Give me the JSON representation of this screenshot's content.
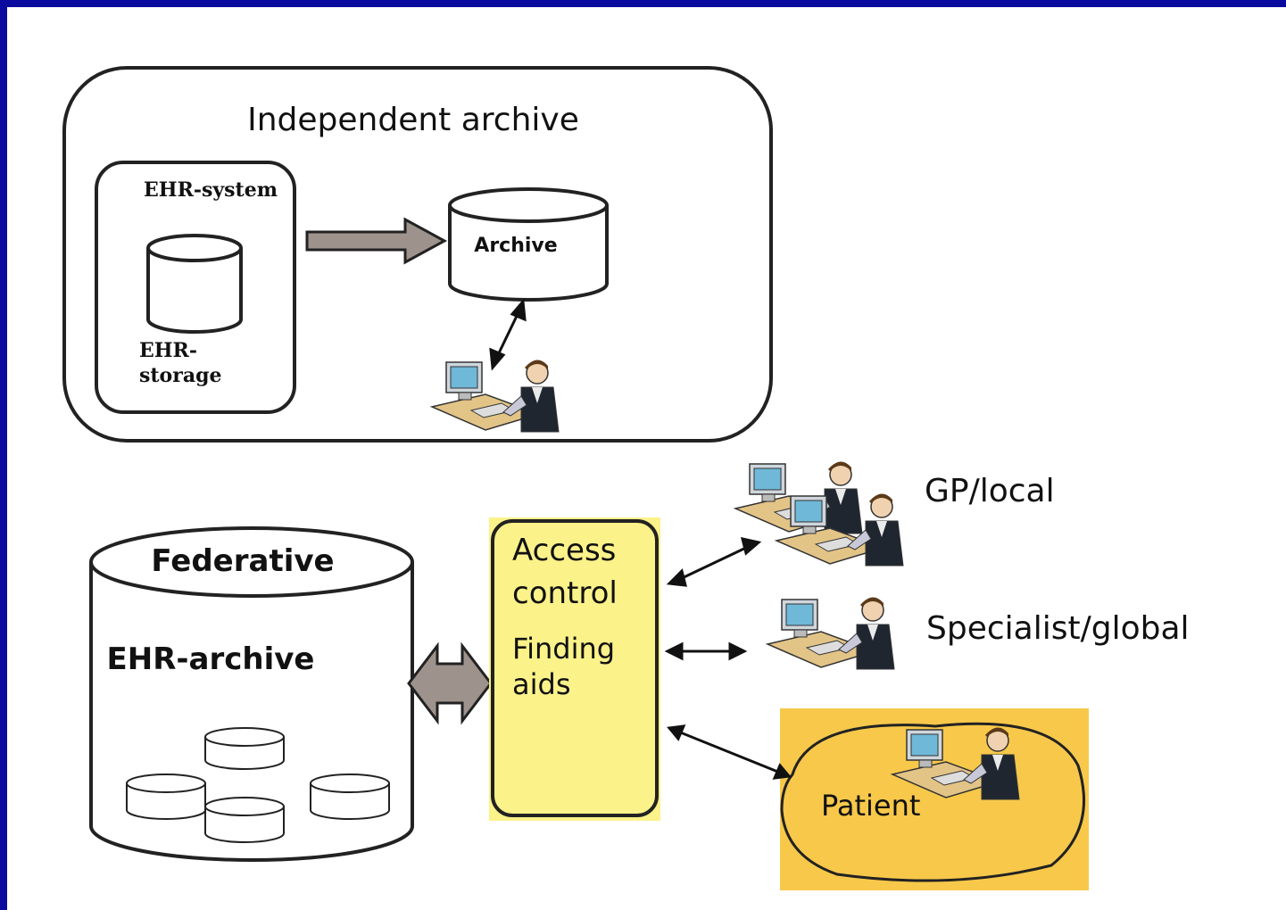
{
  "independent": {
    "title": "Independent archive",
    "ehr_system_label": "EHR-system",
    "ehr_storage_label_1": "EHR-",
    "ehr_storage_label_2": "storage",
    "archive_label": "Archive"
  },
  "federative": {
    "title": "Federative",
    "subtitle": "EHR-archive"
  },
  "access_box": {
    "line1": "Access",
    "line2": "control",
    "line3": "Finding",
    "line4": "aids",
    "color": "#fbf28a"
  },
  "users": {
    "gp": "GP/local",
    "specialist": "Specialist/global",
    "patient": "Patient",
    "patient_bg": "#f7c84a"
  },
  "colors": {
    "frame": "#0a0a9e",
    "fat_arrow": "#9e938c"
  }
}
